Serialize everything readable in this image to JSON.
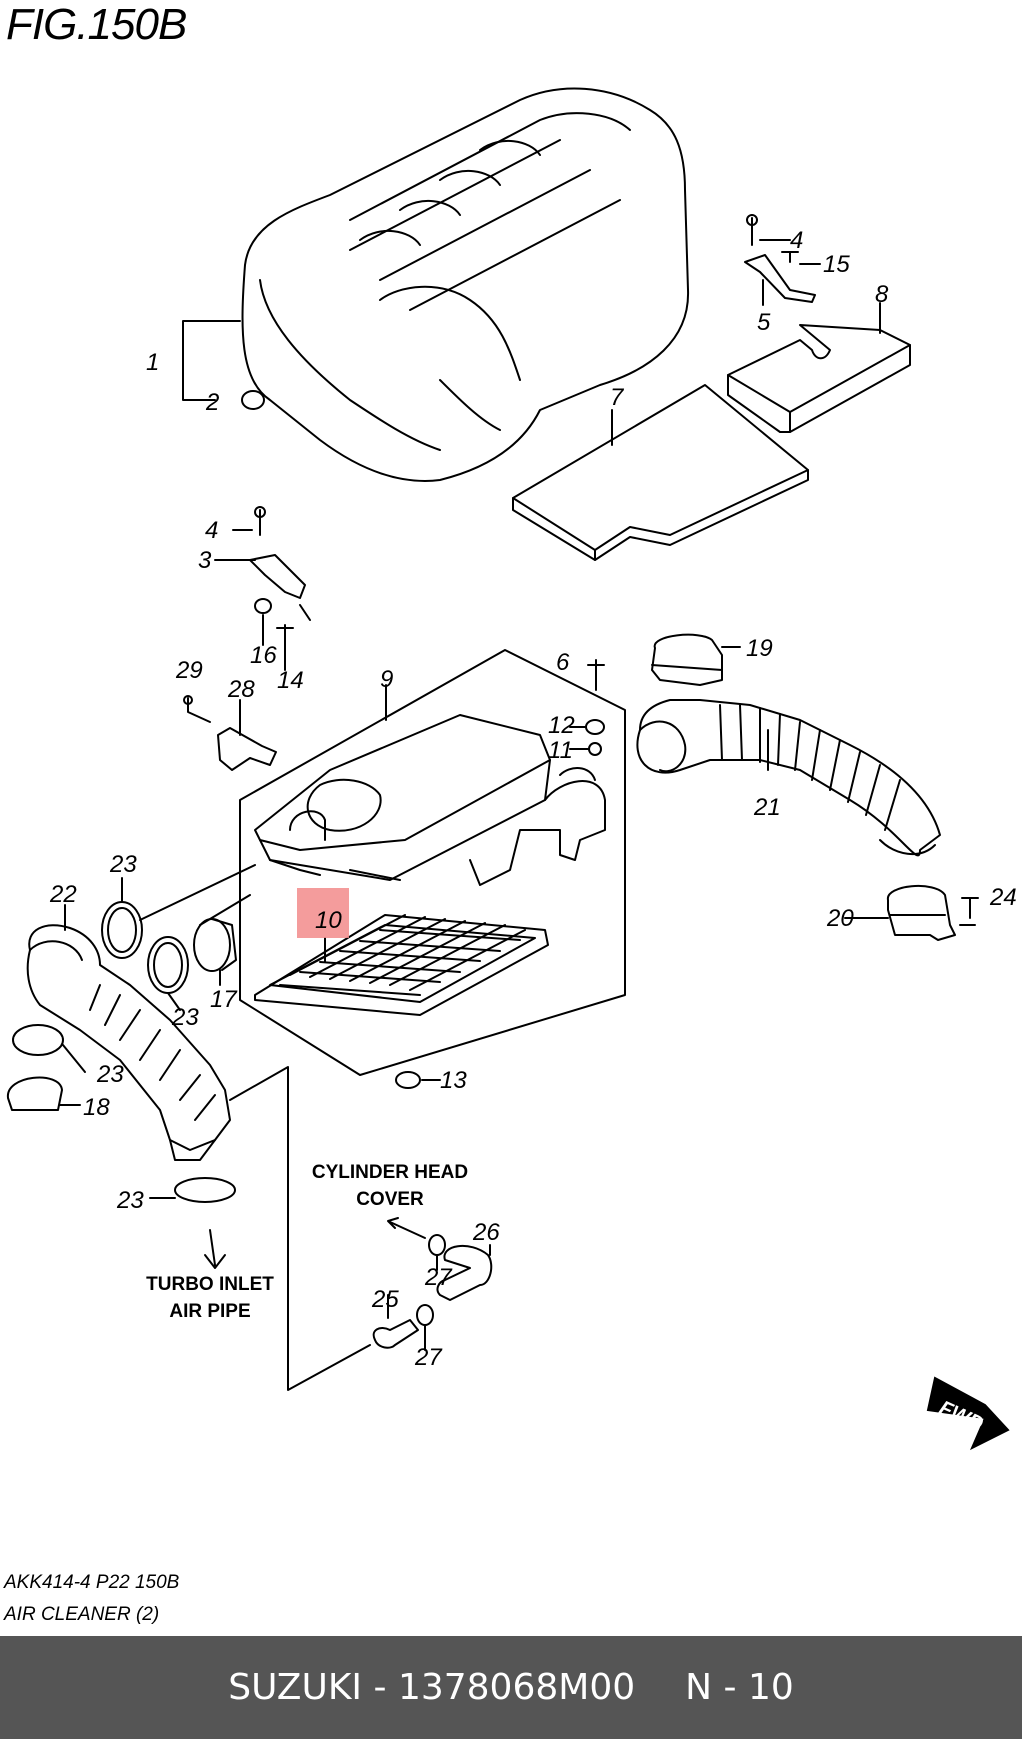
{
  "figure": {
    "title": "FIG.150B",
    "code": "AKK414-4 P22 150B",
    "name": "AIR CLEANER (2)"
  },
  "callouts": [
    "1",
    "2",
    "3",
    "4",
    "4",
    "5",
    "6",
    "7",
    "8",
    "9",
    "10",
    "11",
    "12",
    "13",
    "14",
    "15",
    "16",
    "17",
    "18",
    "19",
    "20",
    "21",
    "22",
    "23",
    "23",
    "23",
    "23",
    "24",
    "25",
    "26",
    "27",
    "27",
    "28",
    "29"
  ],
  "notes": {
    "cylinder_head_line1": "CYLINDER HEAD",
    "cylinder_head_line2": "COVER",
    "turbo_line1": "TURBO INLET",
    "turbo_line2": "AIR PIPE",
    "fwd": "FWD"
  },
  "highlight": {
    "part": "10",
    "color": "#f28b8b"
  },
  "footer": {
    "brand": "SUZUKI",
    "separator": " - ",
    "part_number": "1378068M00",
    "position_label": "N - 10",
    "background": "#555555",
    "text_color": "#ffffff"
  }
}
